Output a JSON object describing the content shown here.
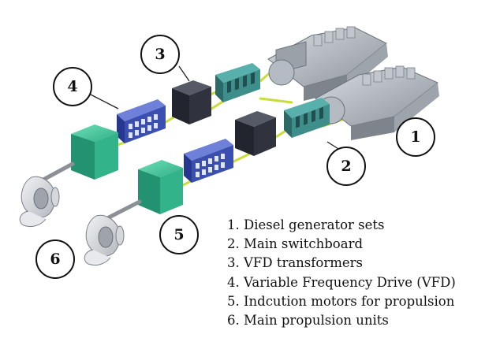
{
  "callouts": {
    "c1": "1",
    "c2": "2",
    "c3": "3",
    "c4": "4",
    "c5": "5",
    "c6": "6"
  },
  "legend": [
    "1. Diesel generator sets",
    "2. Main switchboard",
    "3. VFD transformers",
    "4. Variable Frequency Drive (VFD)",
    "5. Indcution motors for propulsion",
    "6. Main propulsion units"
  ],
  "colors": {
    "cable": "#c9dc3a",
    "motor": "#33b38a",
    "vfd": "#3b4fb0",
    "transformer": "#30333d",
    "switchboard": "#3e8e8b",
    "generator": "#aab0b8"
  }
}
